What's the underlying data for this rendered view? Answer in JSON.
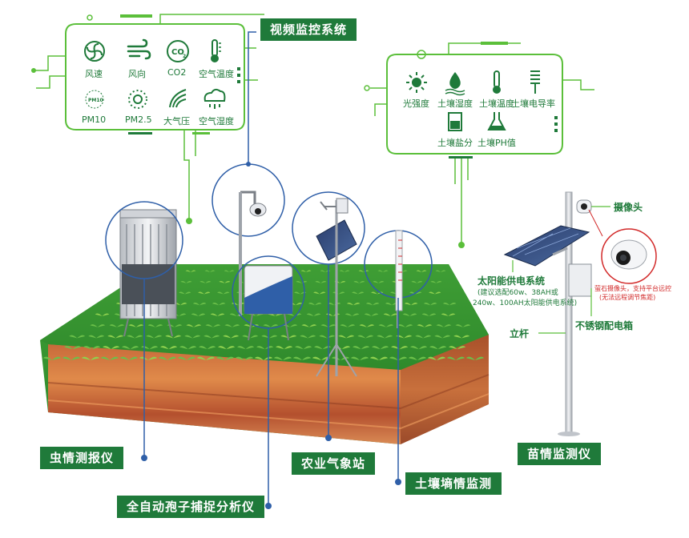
{
  "weather_panel": {
    "items": [
      {
        "label": "风速",
        "icon": "fan-icon"
      },
      {
        "label": "风向",
        "icon": "wind-icon"
      },
      {
        "label": "CO2",
        "icon": "co2-icon"
      },
      {
        "label": "空气温度",
        "icon": "thermometer-icon"
      },
      {
        "label": "PM10",
        "icon": "particle-icon",
        "badge": "PM10"
      },
      {
        "label": "PM2.5",
        "icon": "particle-burst-icon"
      },
      {
        "label": "大气压",
        "icon": "pressure-icon"
      },
      {
        "label": "空气湿度",
        "icon": "cloud-rain-icon"
      }
    ]
  },
  "soil_panel": {
    "items": [
      {
        "label": "光强度",
        "icon": "sun-icon"
      },
      {
        "label": "土壤湿度",
        "icon": "water-drop-icon"
      },
      {
        "label": "土壤温度",
        "icon": "thermometer-icon"
      },
      {
        "label": "土壤电导率",
        "icon": "conductivity-icon"
      },
      {
        "label": "土壤盐分",
        "icon": "beaker-icon"
      },
      {
        "label": "土壤PH值",
        "icon": "flask-icon"
      }
    ]
  },
  "labels": {
    "video": "视频监控系统",
    "pest": "虫情测报仪",
    "spore": "全自动孢子捕捉分析仪",
    "weather_station": "农业气象站",
    "soil_monitor": "土壤墒情监测",
    "seedling": "苗情监测仪"
  },
  "annotations": {
    "camera": "摄像头",
    "solar_title": "太阳能供电系统",
    "solar_line1": "(建议选配60w、38AH或",
    "solar_line2": "240w、100AH太阳能供电系统)",
    "pole": "立杆",
    "box": "不锈钢配电箱",
    "camera_note1": "萤石摄像头，支持平台远控",
    "camera_note2": "(无法远程调节焦距)"
  },
  "colors": {
    "brand_green": "#1f7a3a",
    "light_green": "#5bbf3a",
    "line_blue": "#2f5fa8",
    "note_red": "#d22a2a"
  }
}
